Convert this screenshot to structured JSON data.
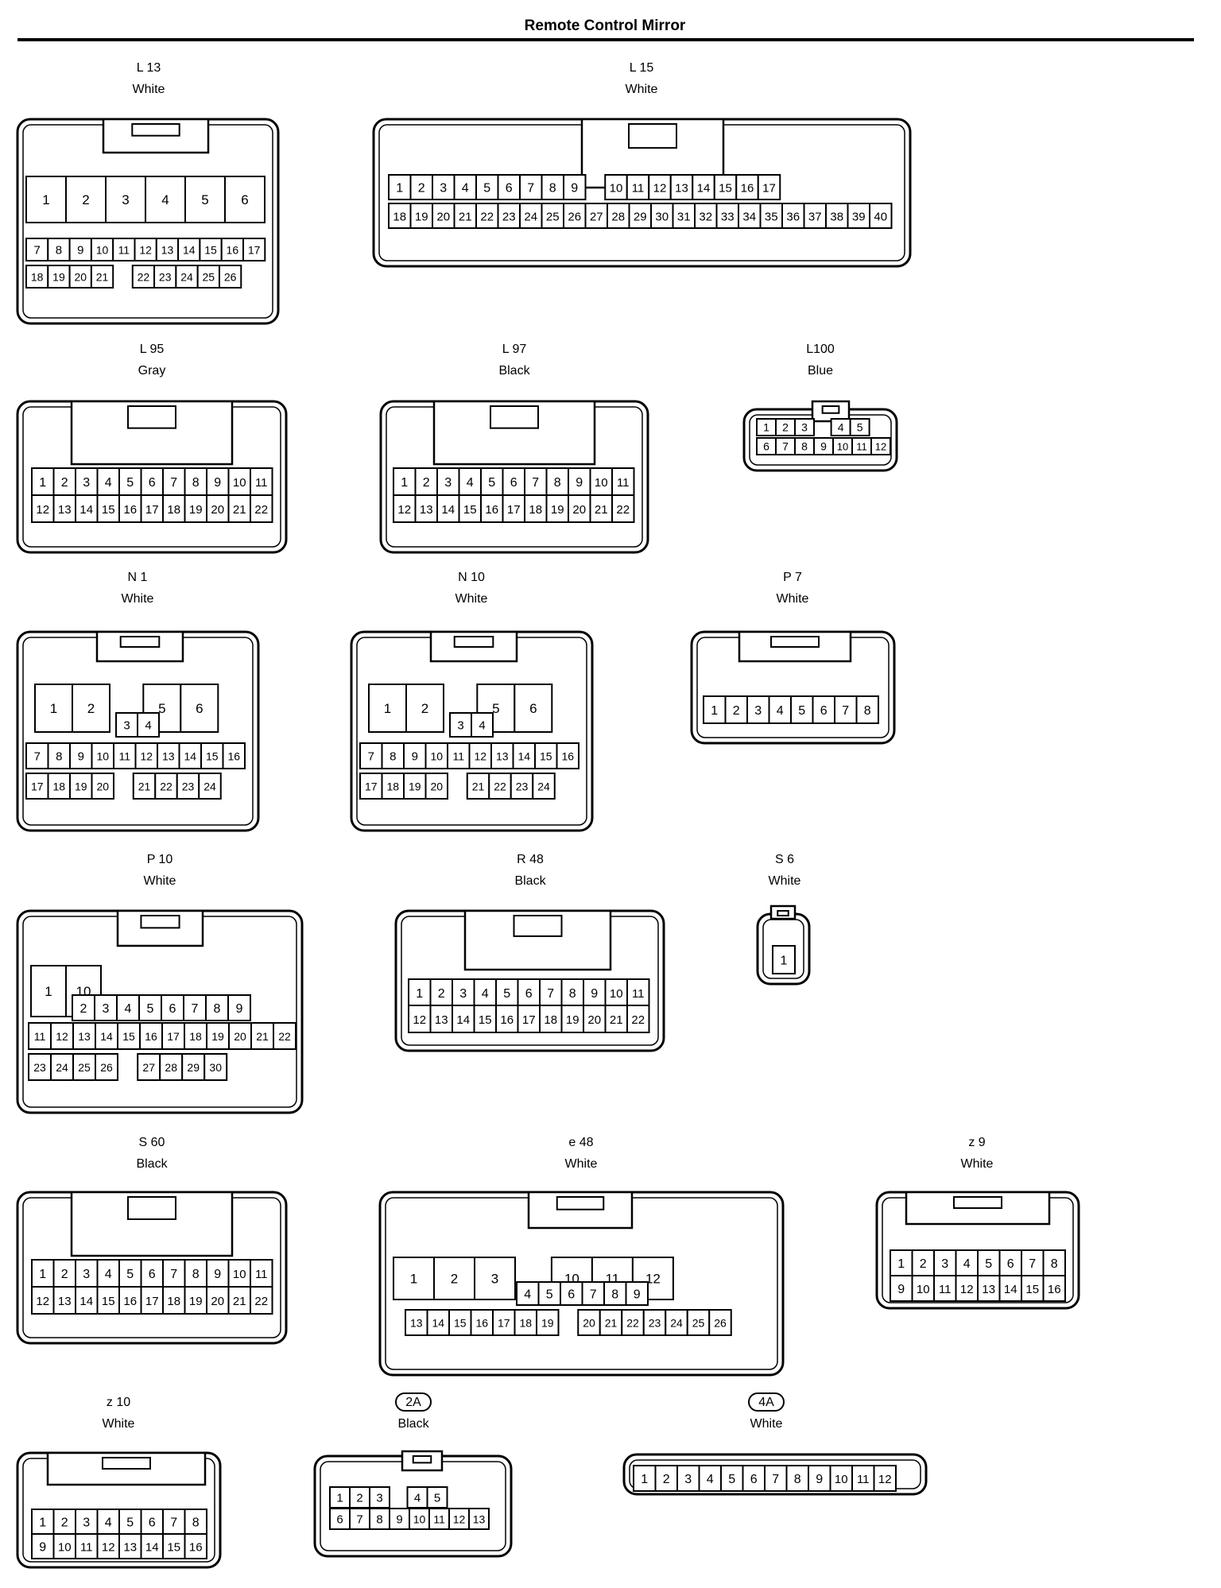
{
  "title": "Remote Control Mirror",
  "connectors": [
    {
      "code": "L 13",
      "color": "White",
      "rows": [
        [
          "1",
          "2",
          "3",
          "4",
          "5",
          "6"
        ],
        [
          "7",
          "8",
          "9",
          "10",
          "11",
          "12",
          "13",
          "14",
          "15",
          "16",
          "17"
        ],
        [
          "18",
          "19",
          "20",
          "21",
          "",
          "22",
          "23",
          "24",
          "25",
          "26"
        ]
      ]
    },
    {
      "code": "L 15",
      "color": "White",
      "rows": [
        [
          "1",
          "2",
          "3",
          "4",
          "5",
          "6",
          "7",
          "8",
          "9",
          "",
          "10",
          "11",
          "12",
          "13",
          "14",
          "15",
          "16",
          "17"
        ],
        [
          "18",
          "19",
          "20",
          "21",
          "22",
          "23",
          "24",
          "25",
          "26",
          "27",
          "28",
          "29",
          "30",
          "31",
          "32",
          "33",
          "34",
          "35",
          "36",
          "37",
          "38",
          "39",
          "40"
        ]
      ]
    },
    {
      "code": "L 95",
      "color": "Gray",
      "rows": [
        [
          "1",
          "2",
          "3",
          "4",
          "5",
          "6",
          "7",
          "8",
          "9",
          "10",
          "11"
        ],
        [
          "12",
          "13",
          "14",
          "15",
          "16",
          "17",
          "18",
          "19",
          "20",
          "21",
          "22"
        ]
      ]
    },
    {
      "code": "L 97",
      "color": "Black",
      "rows": [
        [
          "1",
          "2",
          "3",
          "4",
          "5",
          "6",
          "7",
          "8",
          "9",
          "10",
          "11"
        ],
        [
          "12",
          "13",
          "14",
          "15",
          "16",
          "17",
          "18",
          "19",
          "20",
          "21",
          "22"
        ]
      ]
    },
    {
      "code": "L100",
      "color": "Blue",
      "rows": [
        [
          "1",
          "2",
          "3",
          "",
          "4",
          "5"
        ],
        [
          "6",
          "7",
          "8",
          "9",
          "10",
          "11",
          "12"
        ]
      ]
    },
    {
      "code": "N 1",
      "color": "White",
      "rows": [
        [
          "1",
          "2",
          "",
          "5",
          "6"
        ],
        [
          "3",
          "4"
        ],
        [
          "7",
          "8",
          "9",
          "10",
          "11",
          "12",
          "13",
          "14",
          "15",
          "16"
        ],
        [
          "17",
          "18",
          "19",
          "20",
          "",
          "21",
          "22",
          "23",
          "24"
        ]
      ]
    },
    {
      "code": "N 10",
      "color": "White",
      "rows": [
        [
          "1",
          "2",
          "",
          "5",
          "6"
        ],
        [
          "3",
          "4"
        ],
        [
          "7",
          "8",
          "9",
          "10",
          "11",
          "12",
          "13",
          "14",
          "15",
          "16"
        ],
        [
          "17",
          "18",
          "19",
          "20",
          "",
          "21",
          "22",
          "23",
          "24"
        ]
      ]
    },
    {
      "code": "P 7",
      "color": "White",
      "rows": [
        [
          "1",
          "2",
          "3",
          "4",
          "5",
          "6",
          "7",
          "8"
        ]
      ]
    },
    {
      "code": "P 10",
      "color": "White",
      "rows": [
        [
          "1",
          "10"
        ],
        [
          "2",
          "3",
          "4",
          "5",
          "6",
          "7",
          "8",
          "9"
        ],
        [
          "11",
          "12",
          "13",
          "14",
          "15",
          "16",
          "17",
          "18",
          "19",
          "20",
          "21",
          "22"
        ],
        [
          "23",
          "24",
          "25",
          "26",
          "",
          "27",
          "28",
          "29",
          "30"
        ]
      ]
    },
    {
      "code": "R 48",
      "color": "Black",
      "rows": [
        [
          "1",
          "2",
          "3",
          "4",
          "5",
          "6",
          "7",
          "8",
          "9",
          "10",
          "11"
        ],
        [
          "12",
          "13",
          "14",
          "15",
          "16",
          "17",
          "18",
          "19",
          "20",
          "21",
          "22"
        ]
      ]
    },
    {
      "code": "S 6",
      "color": "White",
      "rows": [
        [
          "1"
        ]
      ]
    },
    {
      "code": "S 60",
      "color": "Black",
      "rows": [
        [
          "1",
          "2",
          "3",
          "4",
          "5",
          "6",
          "7",
          "8",
          "9",
          "10",
          "11"
        ],
        [
          "12",
          "13",
          "14",
          "15",
          "16",
          "17",
          "18",
          "19",
          "20",
          "21",
          "22"
        ]
      ]
    },
    {
      "code": "e 48",
      "color": "White",
      "rows": [
        [
          "1",
          "2",
          "3",
          "",
          "10",
          "11",
          "12"
        ],
        [
          "4",
          "5",
          "6",
          "7",
          "8",
          "9"
        ],
        [
          "13",
          "14",
          "15",
          "16",
          "17",
          "18",
          "19",
          "",
          "20",
          "21",
          "22",
          "23",
          "24",
          "25",
          "26"
        ]
      ]
    },
    {
      "code": "z 9",
      "color": "White",
      "rows": [
        [
          "1",
          "2",
          "3",
          "4",
          "5",
          "6",
          "7",
          "8"
        ],
        [
          "9",
          "10",
          "11",
          "12",
          "13",
          "14",
          "15",
          "16"
        ]
      ]
    },
    {
      "code": "z 10",
      "color": "White",
      "rows": [
        [
          "1",
          "2",
          "3",
          "4",
          "5",
          "6",
          "7",
          "8"
        ],
        [
          "9",
          "10",
          "11",
          "12",
          "13",
          "14",
          "15",
          "16"
        ]
      ]
    },
    {
      "code": "2A",
      "color": "Black",
      "rows": [
        [
          "1",
          "2",
          "3",
          "",
          "4",
          "5"
        ],
        [
          "6",
          "7",
          "8",
          "9",
          "10",
          "11",
          "12",
          "13"
        ]
      ]
    },
    {
      "code": "4A",
      "color": "White",
      "rows": [
        [
          "1",
          "2",
          "3",
          "4",
          "5",
          "6",
          "7",
          "8",
          "9",
          "10",
          "11",
          "12"
        ]
      ]
    }
  ]
}
